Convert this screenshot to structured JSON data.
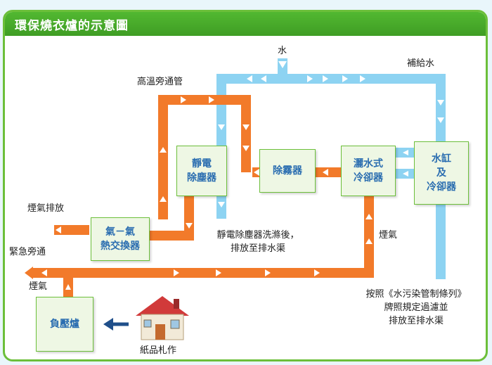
{
  "title": "環保燒衣爐的示意圖",
  "boxes": {
    "precipitator": "靜電\n除塵器",
    "demister": "除霧器",
    "spray_cooler": "灑水式\n冷卻器",
    "tank_cooler": "水缸\n及\n冷卻器",
    "heat_exchanger": "氣－氣\n熱交換器",
    "furnace": "負壓爐"
  },
  "labels": {
    "water": "水",
    "makeup_water": "補給水",
    "bypass_pipe": "高溫旁通管",
    "flue_gas_discharge": "煙氣排放",
    "emergency_bypass": "緊急旁通",
    "flue_gas_left": "煙氣",
    "flue_gas_right": "煙氣",
    "precipitator_wash": "靜電除塵器洗滌後，\n排放至排水渠",
    "regulation": "按照《水污染管制條列》\n牌照規定過濾並\n排放至排水渠",
    "paper_offerings": "紙品札作"
  },
  "colors": {
    "header": "#4aae2c",
    "border": "#6cbf3a",
    "gas_pipe": "#f27a2a",
    "water_pipe": "#8dd3f2",
    "box_text": "#2a6db0",
    "input_arrow": "#1f4f8a"
  }
}
